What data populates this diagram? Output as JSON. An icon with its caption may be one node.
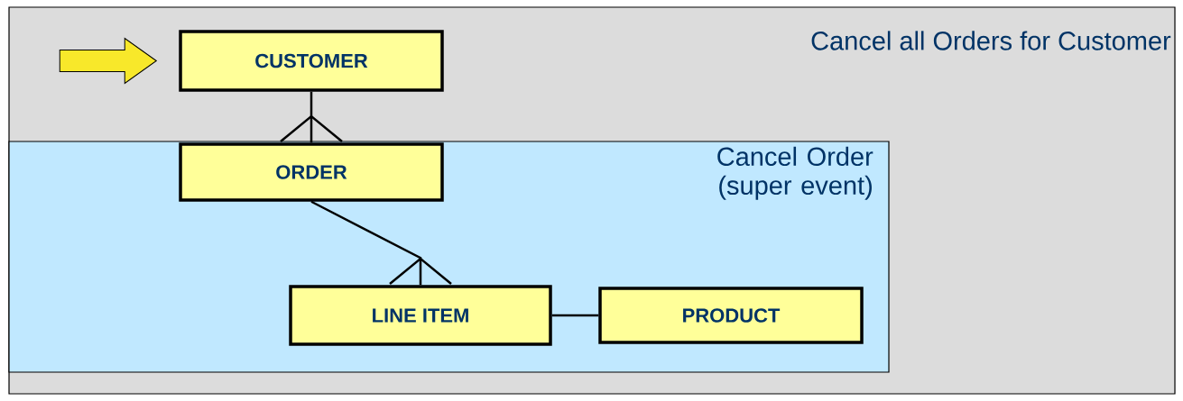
{
  "diagram": {
    "nodes": [
      {
        "text": [
          "Cancel all Orders for Customer"
        ]
      },
      {
        "text": [
          "Cancel Order (super event)"
        ],
        "in": 0
      },
      {
        "text": [
          "CUSTOMER"
        ],
        "in": 0
      },
      {
        "text": [
          "ORDER"
        ],
        "in": 1
      },
      {
        "text": [
          "LINE ITEM"
        ],
        "in": 1
      },
      {
        "text": [
          "PRODUCT"
        ],
        "in": 1
      }
    ],
    "edges": [
      {
        "from": null,
        "to": 2,
        "arrow": "to"
      },
      {
        "from": 2,
        "to": 3,
        "arrow": "other"
      },
      {
        "from": 3,
        "to": 4,
        "arrow": "other"
      },
      {
        "from": 4,
        "to": 5,
        "arrow": "none"
      }
    ]
  }
}
